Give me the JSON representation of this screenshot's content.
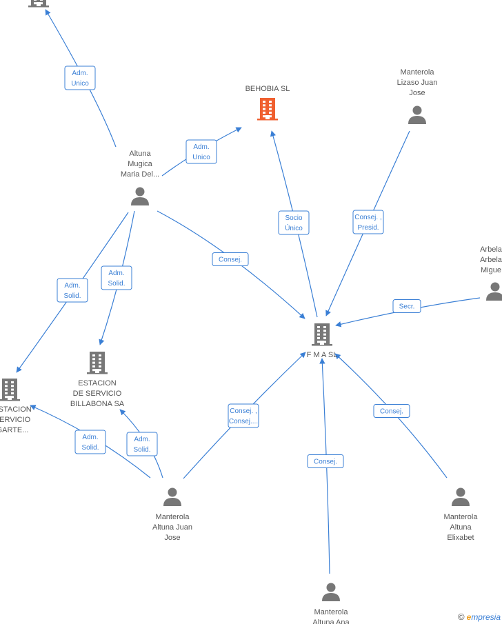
{
  "colors": {
    "edge": "#3a7fd5",
    "person": "#777777",
    "company": "#777777",
    "focus_company": "#f06030"
  },
  "nodes": [
    {
      "id": "top_company",
      "kind": "company",
      "label": []
    },
    {
      "id": "behobia",
      "kind": "company",
      "focus": true,
      "label": [
        "BEHOBIA SL"
      ]
    },
    {
      "id": "lizaso",
      "kind": "person",
      "label": [
        "Manterola",
        "Lizaso Juan",
        "Jose"
      ]
    },
    {
      "id": "altuna_mugica",
      "kind": "person",
      "label": [
        "Altuna",
        "Mugica",
        "Maria Del..."
      ]
    },
    {
      "id": "arbela",
      "kind": "person",
      "label": [
        "Arbela",
        "Arbela",
        "Migue"
      ]
    },
    {
      "id": "fmasl",
      "kind": "company",
      "label": [
        "F M A SL"
      ]
    },
    {
      "id": "billabona",
      "kind": "company",
      "label": [
        "ESTACION",
        "DE SERVICIO",
        "BILLABONA SA"
      ]
    },
    {
      "id": "estacion_left",
      "kind": "company",
      "label": [
        "ESTACION",
        "SERVICIO",
        "GARTE..."
      ]
    },
    {
      "id": "juan_jose",
      "kind": "person",
      "label": [
        "Manterola",
        "Altuna Juan",
        "Jose"
      ]
    },
    {
      "id": "elixabet",
      "kind": "person",
      "label": [
        "Manterola",
        "Altuna",
        "Elixabet"
      ]
    },
    {
      "id": "ana",
      "kind": "person",
      "label": [
        "Manterola",
        "Altuna Ana"
      ]
    }
  ],
  "edges": [
    {
      "from": "altuna_mugica",
      "to": "top_company",
      "label": [
        "Adm.",
        "Unico"
      ]
    },
    {
      "from": "altuna_mugica",
      "to": "behobia",
      "label": [
        "Adm.",
        "Unico"
      ]
    },
    {
      "from": "fmasl",
      "to": "behobia",
      "label": [
        "Socio",
        "Único"
      ]
    },
    {
      "from": "lizaso",
      "to": "fmasl",
      "label": [
        "Consej. ,",
        "Presid."
      ]
    },
    {
      "from": "altuna_mugica",
      "to": "fmasl",
      "label": [
        "Consej."
      ]
    },
    {
      "from": "arbela",
      "to": "fmasl",
      "label": [
        "Secr."
      ]
    },
    {
      "from": "altuna_mugica",
      "to": "estacion_left",
      "label": [
        "Adm.",
        "Solid."
      ]
    },
    {
      "from": "altuna_mugica",
      "to": "billabona",
      "label": [
        "Adm.",
        "Solid."
      ]
    },
    {
      "from": "juan_jose",
      "to": "estacion_left",
      "label": [
        "Adm.",
        "Solid."
      ]
    },
    {
      "from": "juan_jose",
      "to": "billabona",
      "label": [
        "Adm.",
        "Solid."
      ]
    },
    {
      "from": "juan_jose",
      "to": "fmasl",
      "label": [
        "Consej. ,",
        "Consej...."
      ]
    },
    {
      "from": "ana",
      "to": "fmasl",
      "label": [
        "Consej."
      ]
    },
    {
      "from": "elixabet",
      "to": "fmasl",
      "label": [
        "Consej."
      ]
    }
  ],
  "brand": {
    "copyright": "©",
    "first_letter": "e",
    "rest": "mpresia"
  }
}
